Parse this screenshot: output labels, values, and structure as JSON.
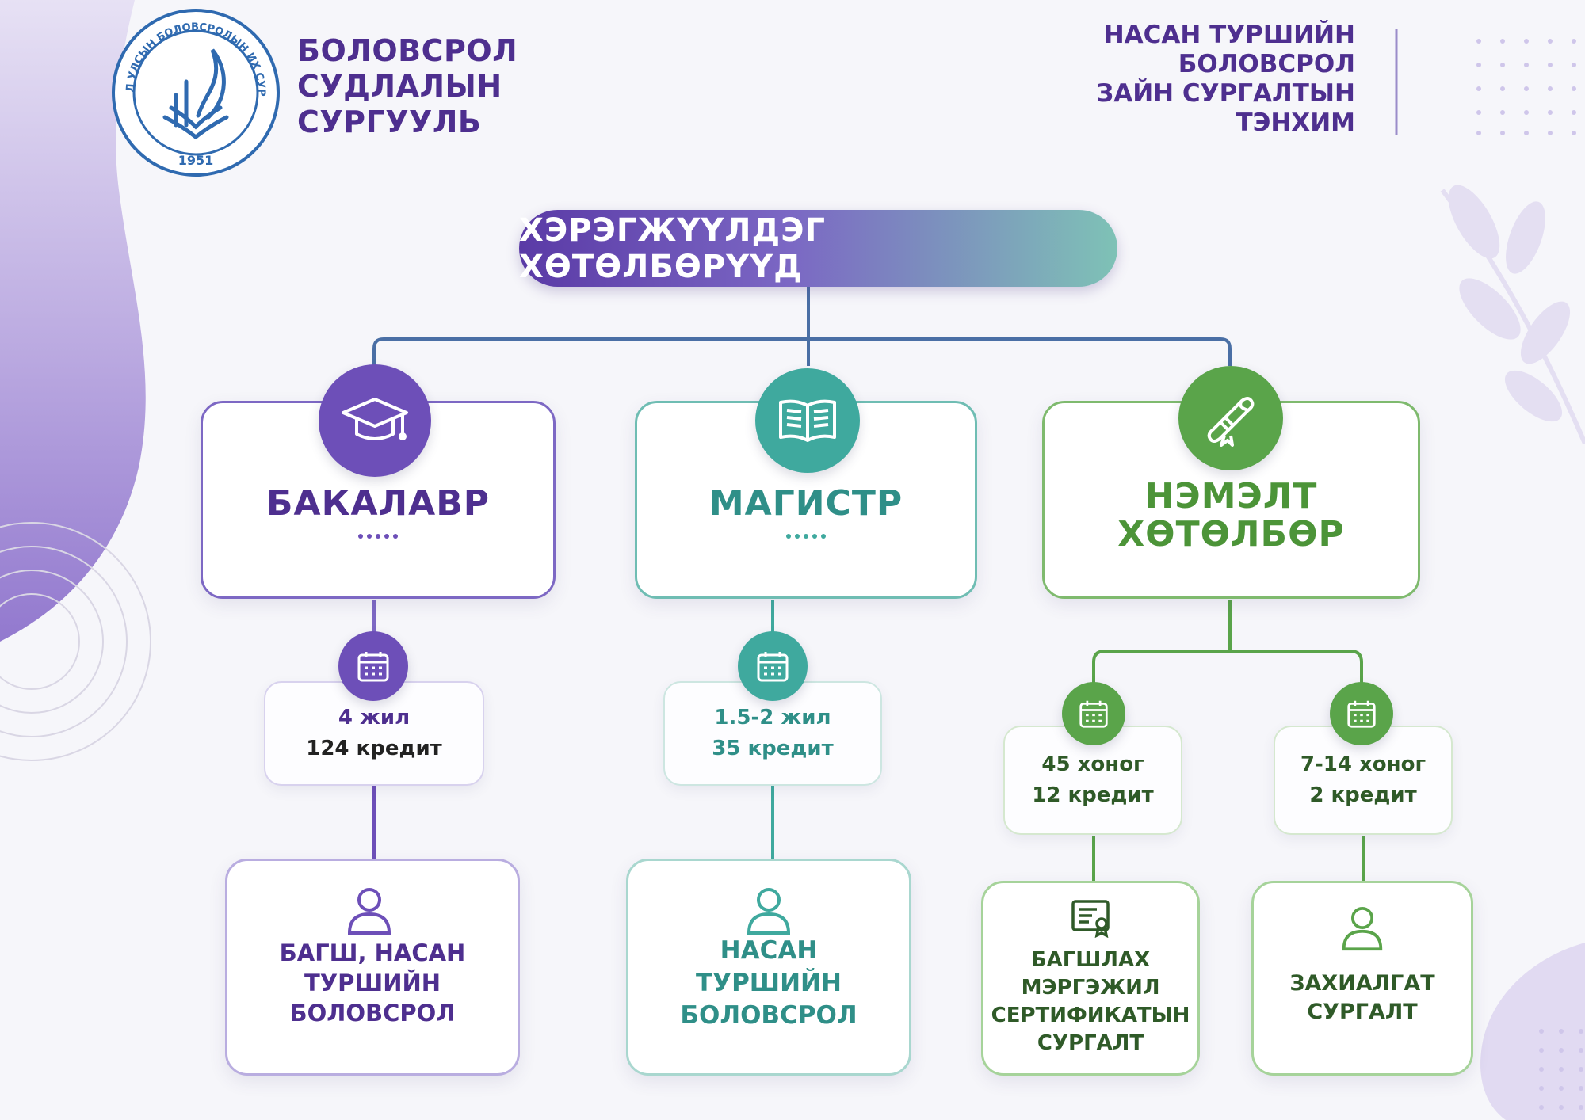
{
  "header": {
    "school_name": "БОЛОВСРОЛ\nСУДЛАЛЫН\nСУРГУУЛЬ",
    "department": "НАСАН ТУРШИЙН\nБОЛОВСРОЛ\nЗАЙН СУРГАЛТЫН\nТЭНХИМ",
    "logo": {
      "top_text": "МОНГОЛ УЛСЫН БОЛОВСРОЛЫН ИХ СУРГУУЛЬ",
      "year": "1951"
    }
  },
  "banner_title": "ХЭРЭГЖҮҮЛДЭГ ХӨТӨЛБӨРҮҮД",
  "programs": {
    "bachelor": {
      "title": "БАКАЛАВР",
      "icon": "graduation-cap-icon",
      "duration": "4 жил",
      "credits": "124 кредит",
      "audience": "БАГШ, НАСАН\nТУРШИЙН\nБОЛОВСРОЛ"
    },
    "master": {
      "title": "МАГИСТР",
      "icon": "open-book-icon",
      "duration": "1.5-2 жил",
      "credits": "35 кредит",
      "audience": "НАСАН\nТУРШИЙН\nБОЛОВСРОЛ"
    },
    "additional": {
      "title": "НЭМЭЛТ\nХӨТӨЛБӨР",
      "icon": "diploma-scroll-icon",
      "branches": [
        {
          "duration": "45 хоног",
          "credits": "12 кредит",
          "audience": "БАГШЛАХ\nМЭРГЭЖИЛ\nСЕРТИФИКАТЫН\nСУРГАЛТ",
          "icon": "certificate-icon"
        },
        {
          "duration": "7-14 хоног",
          "credits": "2 кредит",
          "audience": "ЗАХИАЛГАТ\nСУРГАЛТ",
          "icon": "person-icon"
        }
      ]
    }
  },
  "colors": {
    "purple": "#6d4fb8",
    "teal": "#3fa99e",
    "green": "#5aa44a",
    "dark_purple": "#4e2f8f"
  }
}
